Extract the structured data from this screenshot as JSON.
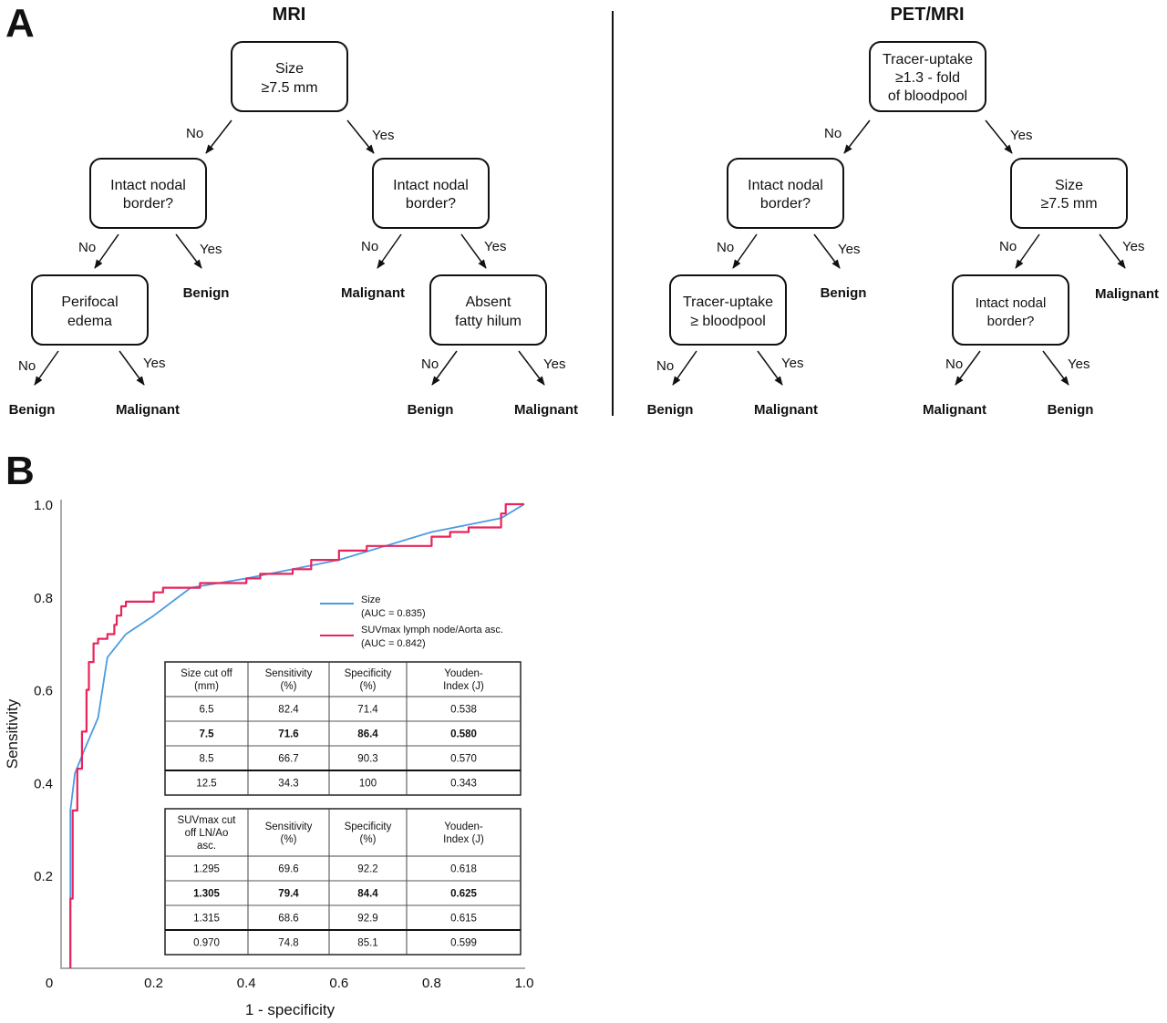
{
  "panel_a": {
    "letter": "A",
    "trees": [
      {
        "title": "MRI",
        "nodes": [
          {
            "id": "m1",
            "lines": [
              "Size",
              "≥7.5 mm"
            ]
          },
          {
            "id": "m2",
            "lines": [
              "Intact nodal",
              "border?"
            ]
          },
          {
            "id": "m3",
            "lines": [
              "Intact nodal",
              "border?"
            ]
          },
          {
            "id": "m4",
            "lines": [
              "Perifocal",
              "edema"
            ]
          },
          {
            "id": "m5",
            "lines": [
              "Absent",
              "fatty hilum"
            ]
          }
        ],
        "leaves": [
          {
            "id": "ml1",
            "text": "Benign"
          },
          {
            "id": "ml2",
            "text": "Malignant"
          },
          {
            "id": "ml3",
            "text": "Benign"
          },
          {
            "id": "ml4",
            "text": "Malignant"
          },
          {
            "id": "ml5",
            "text": "Benign"
          },
          {
            "id": "ml6",
            "text": "Malignant"
          }
        ],
        "edges": [
          {
            "id": "me1",
            "label": "No"
          },
          {
            "id": "me2",
            "label": "Yes"
          },
          {
            "id": "me3",
            "label": "No"
          },
          {
            "id": "me4",
            "label": "Yes"
          },
          {
            "id": "me5",
            "label": "No"
          },
          {
            "id": "me6",
            "label": "Yes"
          },
          {
            "id": "me7",
            "label": "No"
          },
          {
            "id": "me8",
            "label": "Yes"
          },
          {
            "id": "me9",
            "label": "No"
          },
          {
            "id": "me10",
            "label": "Yes"
          }
        ]
      },
      {
        "title": "PET/MRI",
        "nodes": [
          {
            "id": "p1",
            "lines": [
              "Tracer-uptake",
              "≥1.3 - fold",
              "of bloodpool"
            ]
          },
          {
            "id": "p2",
            "lines": [
              "Intact nodal",
              "border?"
            ]
          },
          {
            "id": "p3",
            "lines": [
              "Size",
              "≥7.5 mm"
            ]
          },
          {
            "id": "p4",
            "lines": [
              "Tracer-uptake",
              "≥ bloodpool"
            ]
          },
          {
            "id": "p5",
            "lines": [
              "Intact nodal",
              "border?"
            ]
          }
        ],
        "leaves": [
          {
            "id": "pl1",
            "text": "Benign"
          },
          {
            "id": "pl2",
            "text": "Malignant"
          },
          {
            "id": "pl3",
            "text": "Benign"
          },
          {
            "id": "pl4",
            "text": "Malignant"
          },
          {
            "id": "pl5",
            "text": "Malignant"
          },
          {
            "id": "pl6",
            "text": "Benign"
          }
        ],
        "edges": [
          {
            "id": "pe1",
            "label": "No"
          },
          {
            "id": "pe2",
            "label": "Yes"
          },
          {
            "id": "pe3",
            "label": "No"
          },
          {
            "id": "pe4",
            "label": "Yes"
          },
          {
            "id": "pe5",
            "label": "No"
          },
          {
            "id": "pe6",
            "label": "Yes"
          },
          {
            "id": "pe7",
            "label": "No"
          },
          {
            "id": "pe8",
            "label": "Yes"
          },
          {
            "id": "pe9",
            "label": "No"
          },
          {
            "id": "pe10",
            "label": "Yes"
          }
        ]
      }
    ]
  },
  "panel_b": {
    "letter": "B",
    "legend": [
      {
        "lines": [
          "Size",
          "(AUC = 0.835)"
        ]
      },
      {
        "lines": [
          "SUVmax lymph node/Aorta asc.",
          "(AUC = 0.842)"
        ]
      }
    ],
    "tables": [
      {
        "header": [
          [
            "Size cut off",
            "(mm)"
          ],
          [
            "Sensitivity",
            "(%)"
          ],
          [
            "Specificity",
            "(%)"
          ],
          [
            "Youden-",
            "Index (J)"
          ]
        ],
        "rows": [
          {
            "cells": [
              "6.5",
              "82.4",
              "71.4",
              "0.538"
            ],
            "bold": false
          },
          {
            "cells": [
              "7.5",
              "71.6",
              "86.4",
              "0.580"
            ],
            "bold": true
          },
          {
            "cells": [
              "8.5",
              "66.7",
              "90.3",
              "0.570"
            ],
            "bold": false
          },
          {
            "cells": [
              "12.5",
              "34.3",
              "100",
              "0.343"
            ],
            "bold": false
          }
        ]
      },
      {
        "header": [
          [
            "SUVmax cut",
            "off  LN/Ao",
            "asc."
          ],
          [
            "Sensitivity",
            "(%)"
          ],
          [
            "Specificity",
            "(%)"
          ],
          [
            "Youden-",
            "Index (J)"
          ]
        ],
        "rows": [
          {
            "cells": [
              "1.295",
              "69.6",
              "92.2",
              "0.618"
            ],
            "bold": false
          },
          {
            "cells": [
              "1.305",
              "79.4",
              "84.4",
              "0.625"
            ],
            "bold": true
          },
          {
            "cells": [
              "1.315",
              "68.6",
              "92.9",
              "0.615"
            ],
            "bold": false
          },
          {
            "cells": [
              "0.970",
              "74.8",
              "85.1",
              "0.599"
            ],
            "bold": false
          }
        ]
      }
    ]
  },
  "chart_data": {
    "type": "line",
    "xlabel": "1 - specificity",
    "ylabel": "Sensitivity",
    "xlim": [
      0,
      1
    ],
    "ylim": [
      0,
      1
    ],
    "x_ticks": [
      "0",
      "0.2",
      "0.4",
      "0.6",
      "0.8",
      "1.0"
    ],
    "y_ticks": [
      "0.2",
      "0.4",
      "0.6",
      "0.8",
      "1.0"
    ],
    "legend_position": "upper-right",
    "grid": false,
    "series": [
      {
        "name": "Size (AUC = 0.835)",
        "color": "#4a9be0",
        "step": false,
        "x": [
          0.02,
          0.02,
          0.03,
          0.05,
          0.08,
          0.1,
          0.14,
          0.2,
          0.28,
          0.4,
          0.5,
          0.6,
          0.7,
          0.8,
          0.9,
          0.95,
          1.0
        ],
        "y": [
          0.0,
          0.34,
          0.42,
          0.47,
          0.54,
          0.67,
          0.72,
          0.76,
          0.82,
          0.84,
          0.86,
          0.88,
          0.91,
          0.94,
          0.96,
          0.97,
          1.0
        ]
      },
      {
        "name": "SUVmax lymph node/Aorta asc. (AUC = 0.842)",
        "color": "#e8245c",
        "step": true,
        "x": [
          0.02,
          0.02,
          0.025,
          0.025,
          0.035,
          0.035,
          0.045,
          0.045,
          0.055,
          0.055,
          0.06,
          0.06,
          0.07,
          0.07,
          0.08,
          0.08,
          0.1,
          0.1,
          0.115,
          0.115,
          0.12,
          0.12,
          0.13,
          0.13,
          0.14,
          0.14,
          0.2,
          0.2,
          0.22,
          0.22,
          0.3,
          0.3,
          0.4,
          0.4,
          0.43,
          0.43,
          0.5,
          0.5,
          0.54,
          0.54,
          0.6,
          0.6,
          0.66,
          0.66,
          0.8,
          0.8,
          0.84,
          0.84,
          0.88,
          0.88,
          0.95,
          0.95,
          0.96,
          0.96,
          1.0
        ],
        "y": [
          0.0,
          0.15,
          0.15,
          0.34,
          0.34,
          0.43,
          0.43,
          0.51,
          0.51,
          0.6,
          0.6,
          0.66,
          0.66,
          0.7,
          0.7,
          0.71,
          0.71,
          0.72,
          0.72,
          0.74,
          0.74,
          0.76,
          0.76,
          0.78,
          0.78,
          0.79,
          0.79,
          0.81,
          0.81,
          0.82,
          0.82,
          0.83,
          0.83,
          0.84,
          0.84,
          0.85,
          0.85,
          0.86,
          0.86,
          0.88,
          0.88,
          0.9,
          0.9,
          0.91,
          0.91,
          0.93,
          0.93,
          0.94,
          0.94,
          0.95,
          0.95,
          0.98,
          0.98,
          1.0,
          1.0
        ]
      }
    ]
  }
}
